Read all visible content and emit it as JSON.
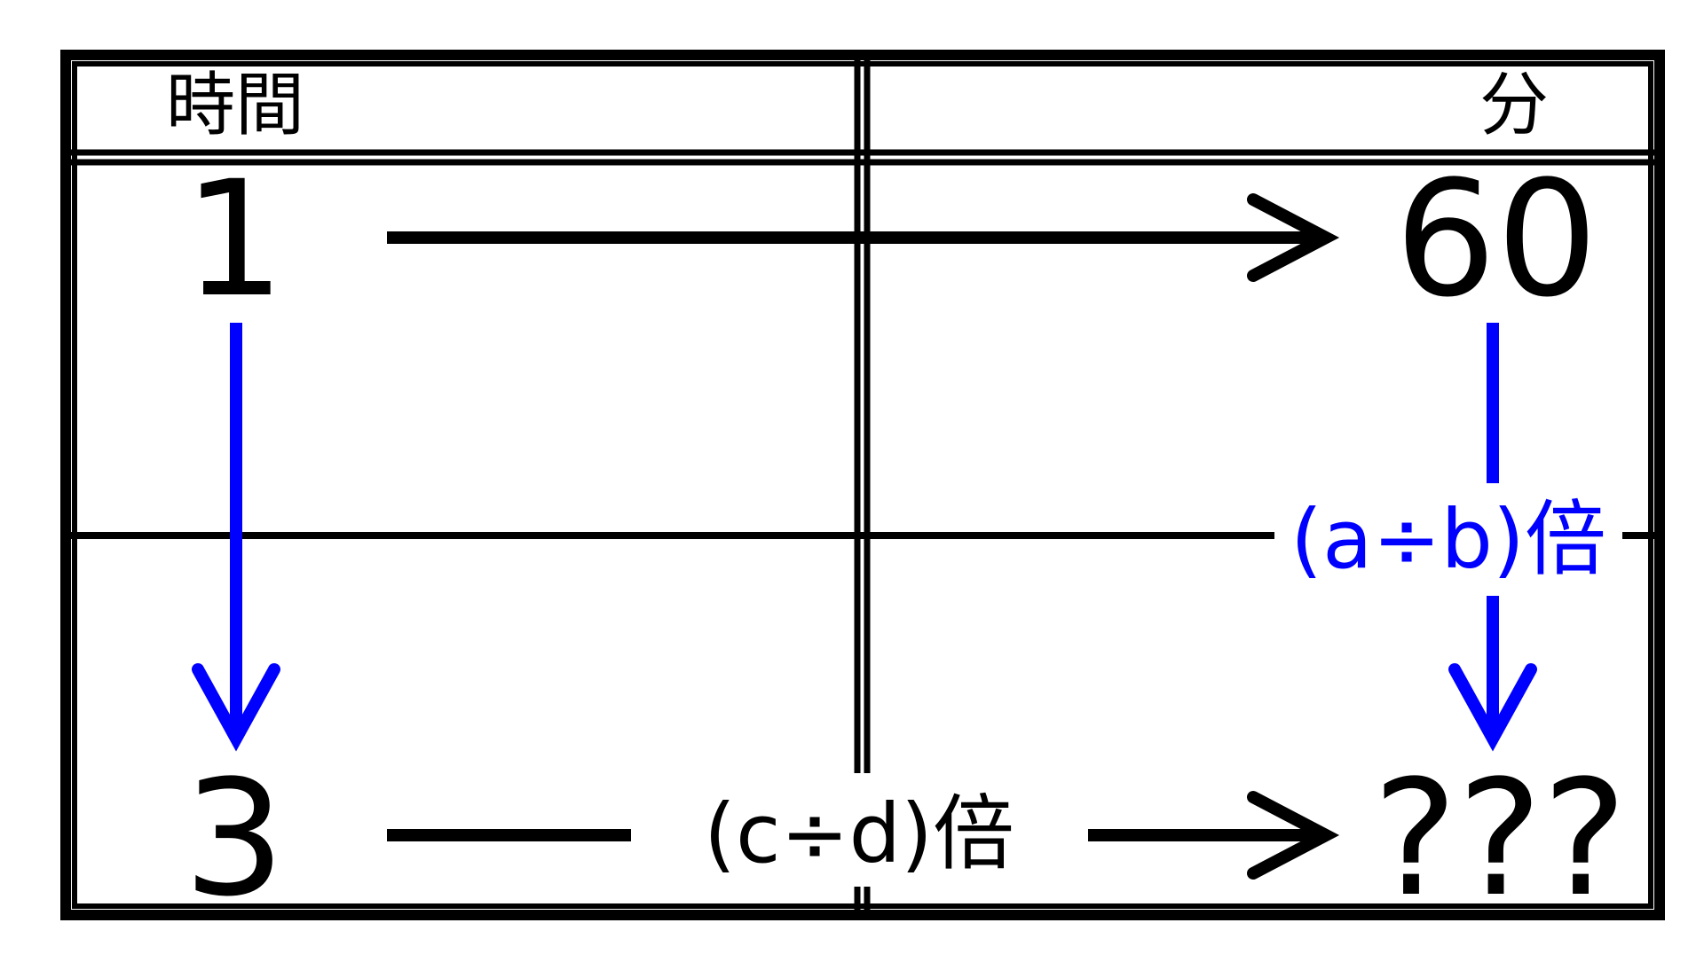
{
  "headers": {
    "left": "時間",
    "right": "分"
  },
  "values": {
    "top_left": "1",
    "top_right": "60",
    "bottom_left": "3",
    "bottom_right": "???"
  },
  "labels": {
    "vertical_factor": "(a÷b)倍",
    "horizontal_factor": "(c÷d)倍"
  },
  "colors": {
    "line": "#000000",
    "accent": "#0000ff",
    "background": "#ffffff"
  }
}
